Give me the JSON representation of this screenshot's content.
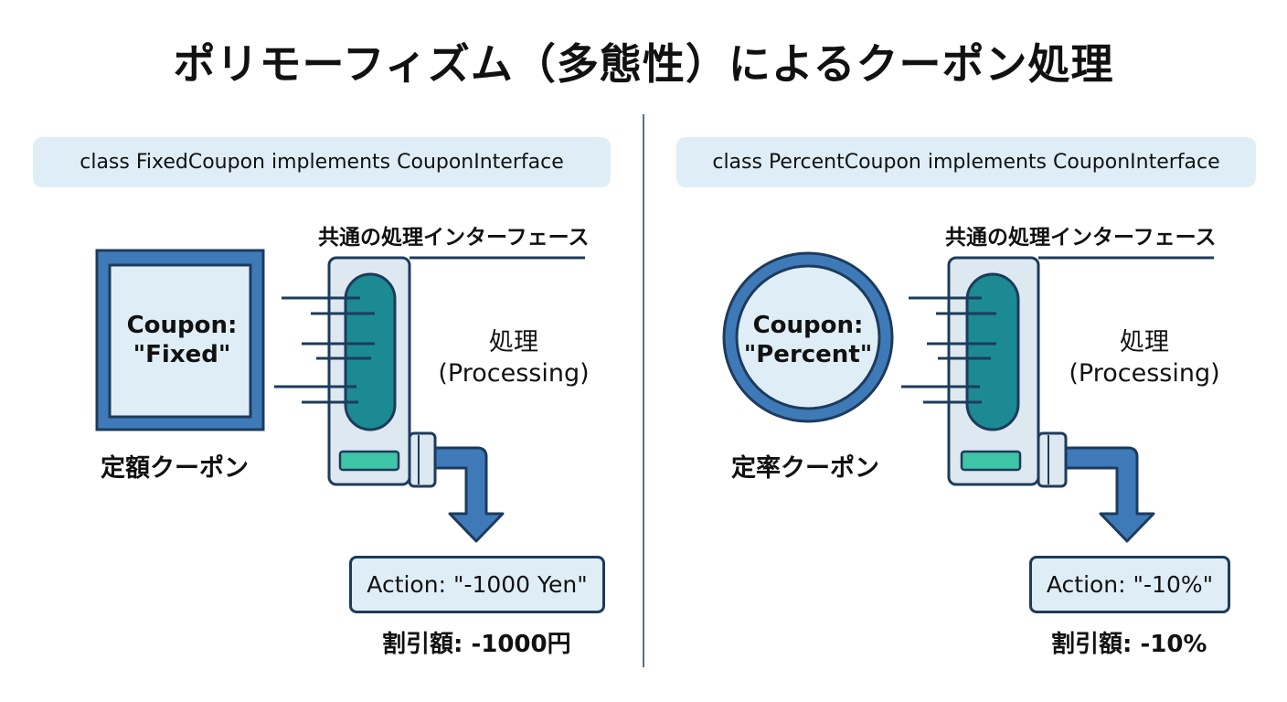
{
  "title": "ポリモーフィズム（多態性）によるクーポン処理",
  "colors": {
    "dark_blue": "#1d3b5c",
    "mid_blue": "#3f7ab8",
    "light_blue": "#dfeef6",
    "teal": "#1b8a92",
    "mint": "#3fc5a7",
    "device_fill": "#dde8f1"
  },
  "left": {
    "class_label": "class FixedCoupon implements CouponInterface",
    "interface_label": "共通の処理インターフェース",
    "coupon_line1": "Coupon:",
    "coupon_line2": "\"Fixed\"",
    "coupon_name": "定額クーポン",
    "processing_line1": "処理",
    "processing_line2": "(Processing)",
    "action": "Action: \"-1000 Yen\"",
    "discount": "割引額: -1000円"
  },
  "right": {
    "class_label": "class PercentCoupon implements CouponInterface",
    "interface_label": "共通の処理インターフェース",
    "coupon_line1": "Coupon:",
    "coupon_line2": "\"Percent\"",
    "coupon_name": "定率クーポン",
    "processing_line1": "処理",
    "processing_line2": "(Processing)",
    "action": "Action: \"-10%\"",
    "discount": "割引額: -10%"
  }
}
